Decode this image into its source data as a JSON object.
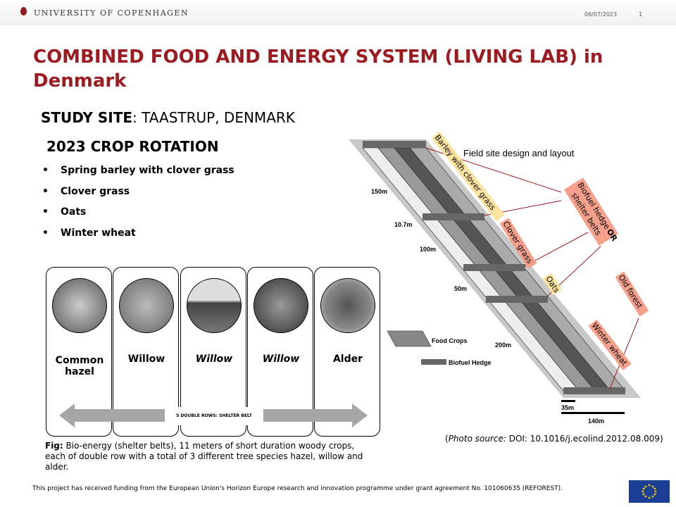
{
  "header": {
    "university": "UNIVERSITY OF COPENHAGEN",
    "date": "06/07/2023",
    "page": "1"
  },
  "title": "COMBINED FOOD AND ENERGY SYSTEM (LIVING LAB) in Denmark",
  "study_site": {
    "label": "STUDY SITE",
    "value": ": TAASTRUP, DENMARK"
  },
  "rotation_title": "2023 CROP ROTATION",
  "crops": [
    "Spring barley with clover grass",
    "Clover grass",
    "Oats",
    "Winter wheat"
  ],
  "trees": [
    {
      "label": "Common hazel",
      "italic": false
    },
    {
      "label": "Willow",
      "italic": false
    },
    {
      "label": "Willow",
      "italic": true
    },
    {
      "label": "Willow",
      "italic": true
    },
    {
      "label": "Alder",
      "italic": false
    }
  ],
  "belt_label": "5 DOUBLE ROWS: SHELTER BELT",
  "fig_caption": {
    "prefix": "Fig:",
    "text": " Bio-energy  (shelter belts), 11 meters of short duration woody crops, each of double row with  a total of 3 different tree species hazel, willow and alder."
  },
  "diagram": {
    "title": "Field site design and layout",
    "dims": [
      "150m",
      "10.7m",
      "100m",
      "50m",
      "200m",
      "35m",
      "140m"
    ],
    "legend": [
      "Food Crops",
      "Biofuel Hedge"
    ],
    "labels": {
      "barley": "Barley with clover grass",
      "clover": "Clover grass",
      "oats": "Oats",
      "wheat": "Winter wheat",
      "hedge": "Biofuel hedge",
      "hedge_or": "OR",
      "hedge2": "shelter belts",
      "forest": "Old forest"
    }
  },
  "photo_source": {
    "prefix": "(",
    "italic": "Photo source:",
    "text": " DOI: 10.1016/j.ecolind.2012.08.009)"
  },
  "footer": "This project has received funding from the European Union's Horizon Europe research and innovation programme under grant agreement No. 101060635 (REFOREST).",
  "colors": {
    "accent": "#9b1b20",
    "salmon": "#f4a08a",
    "yellow": "#fde3a0"
  }
}
